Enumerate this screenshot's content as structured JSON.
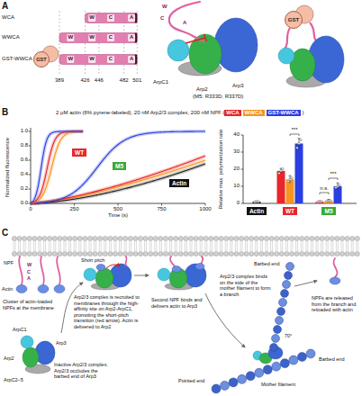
{
  "diagram": {
    "nodes": [
      {
        "text": [
          "GST"
        ]
      },
      {
        "text": [
          "GST"
        ]
      },
      {
        "text": [
          "WT"
        ]
      },
      {
        "text": [
          "M5"
        ]
      },
      {
        "text": [
          "Actin"
        ]
      },
      {
        "text": [
          "Actin"
        ]
      },
      {
        "text": [
          "WT"
        ]
      },
      {
        "text": [
          "M5"
        ]
      }
    ],
    "labels": [
      "A",
      "WCA",
      "WWCA",
      "GST-WWCA",
      "W",
      "C",
      "A",
      "W",
      "W",
      "C",
      "A",
      "W",
      "W",
      "C",
      "A",
      "389",
      "426",
      "446",
      "482",
      "501",
      "W",
      "C",
      "A",
      "ArpC1",
      "Arp2",
      "Arp3",
      "(M5: R333D, R337D)",
      "B",
      "2 μM actin (6% pyrene-labeled), 20 nM Arp2/3 complex, 200 nM NPF (",
      ")",
      "Normalized fluorescence",
      "1.0",
      "0.8",
      "0.6",
      "0.4",
      "0.2",
      "0.0",
      "Time (s)",
      "0",
      "250",
      "500",
      "750",
      "1000",
      "Relative max. polymerization rate",
      "0",
      "10",
      "20",
      "30",
      "40",
      "***",
      "n.s.",
      "***",
      "C",
      "NPF",
      "Actin",
      "W",
      "C",
      "A",
      "Cluster of actin-loaded NPFs at the membrane",
      "Short pitch",
      "Arp2/3 complex is recruited to membranes through the high-affinity site on Arp2-ArpC1, promoting the short-pitch transition (red arrow). Actin is delivered to Arp2",
      "Second NPF binds and delivers actin to Arp3",
      "Arp2/3 complex binds on the side of the mother filament to form a branch",
      "70°",
      "Barbed end",
      "NPFs are released from the branch and reloaded with actin",
      "ArpC1",
      "Arp2",
      "Arp3",
      "ArpC2–5",
      "Inactive Arp2/3 complex. Arp2/3 occludes the barbed end of Arp3",
      "Barbed end",
      "Pointed end",
      "Mother filament"
    ],
    "legend": [
      {
        "text": "WCA",
        "color": "#e8262b"
      },
      {
        "text": "WWCA",
        "color": "#f7941d"
      },
      {
        "text": "GST-WWCA",
        "color": "#2a3fe0"
      }
    ]
  }
}
